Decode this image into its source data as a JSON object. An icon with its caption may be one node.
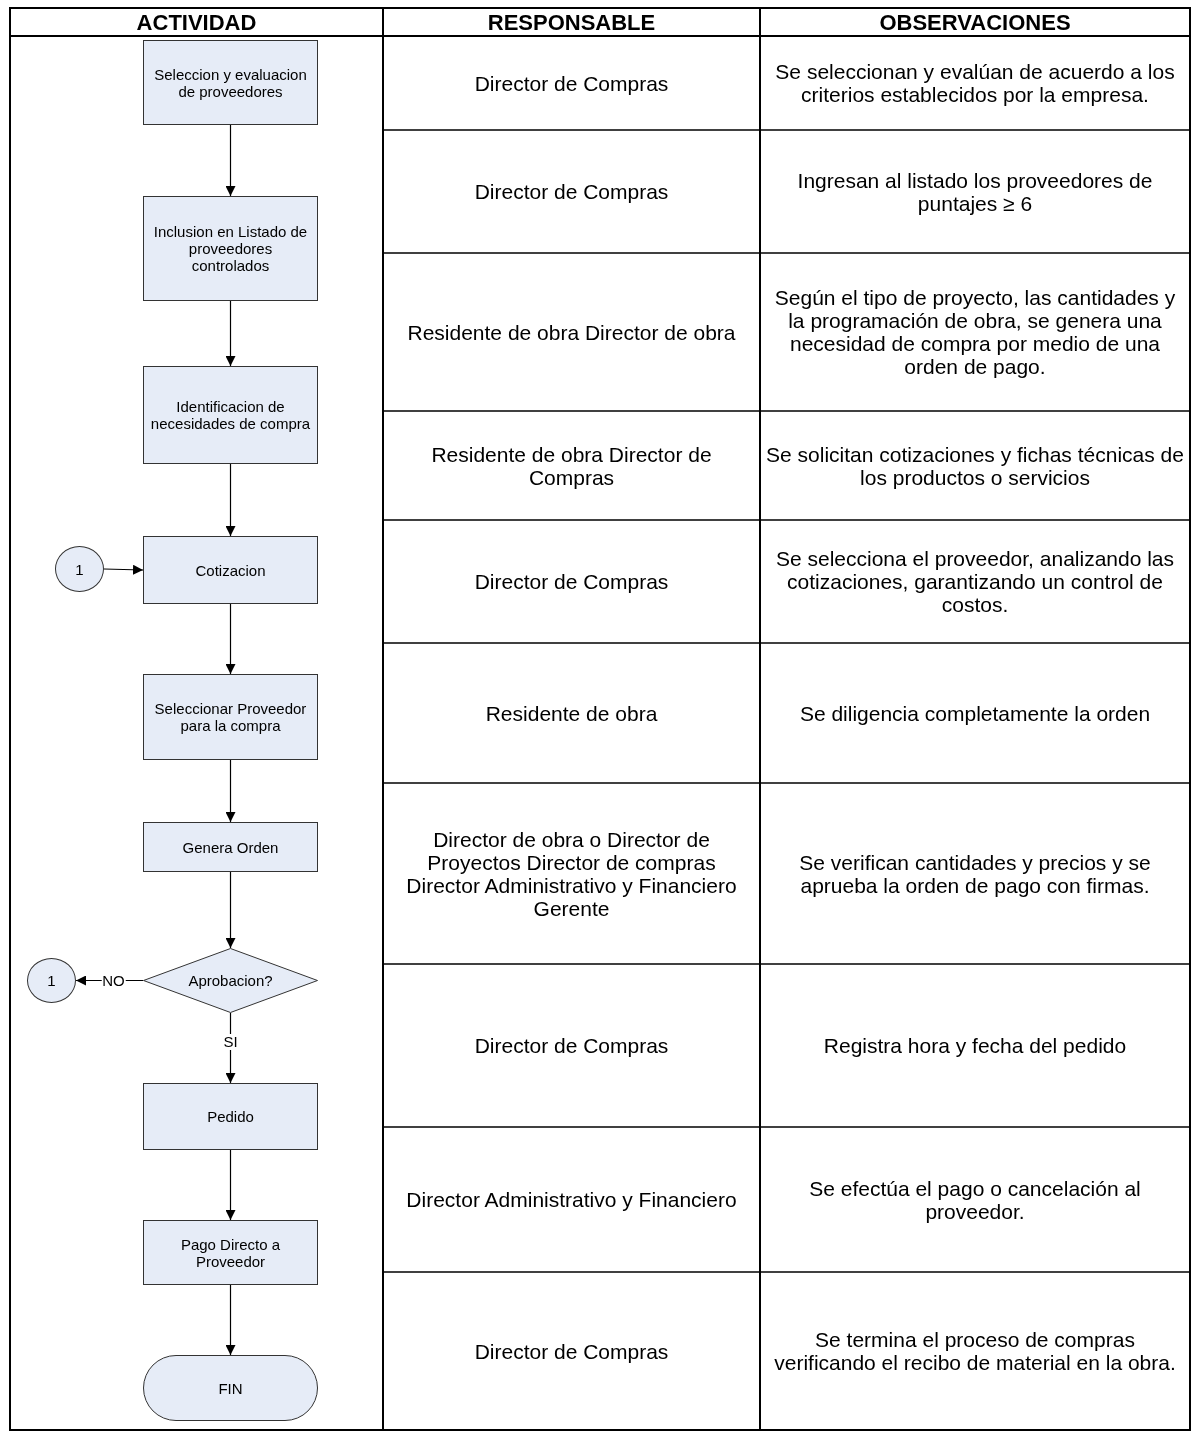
{
  "diagram": {
    "nodes": [
      {
        "text": [
          "Seleccion y evaluacion de proveedores"
        ]
      },
      {
        "text": [
          "Inclusion en Listado de proveedores controlados"
        ]
      },
      {
        "text": [
          "Identificacion de necesidades de compra"
        ]
      },
      {
        "text": [
          "1"
        ]
      },
      {
        "text": [
          "Cotizacion"
        ]
      },
      {
        "text": [
          "Seleccionar Proveedor para la compra"
        ]
      },
      {
        "text": [
          "Genera Orden"
        ]
      },
      {
        "text": [
          "Aprobacion?"
        ]
      },
      {
        "text": [
          "1"
        ]
      },
      {
        "text": [
          "Pedido"
        ]
      },
      {
        "text": [
          "Pago Directo a Proveedor"
        ]
      },
      {
        "text": [
          "FIN"
        ]
      }
    ],
    "edges": [
      {
        "from": 0,
        "to": 1,
        "arrow": "to"
      },
      {
        "from": 1,
        "to": 2,
        "arrow": "to"
      },
      {
        "from": 2,
        "to": 4,
        "arrow": "to"
      },
      {
        "from": 3,
        "to": 4,
        "arrow": "to"
      },
      {
        "from": 4,
        "to": 5,
        "arrow": "to"
      },
      {
        "from": 5,
        "to": 6,
        "arrow": "to"
      },
      {
        "from": 6,
        "to": 7,
        "arrow": "to"
      },
      {
        "from": 7,
        "to": 8,
        "arrow": "to",
        "label": "NO"
      },
      {
        "from": 7,
        "to": 9,
        "arrow": "to",
        "label": "SI"
      },
      {
        "from": 9,
        "to": 10,
        "arrow": "to"
      },
      {
        "from": 10,
        "to": 11,
        "arrow": "to"
      }
    ],
    "labels": [
      "ACTIVIDAD",
      "RESPONSABLE",
      "OBSERVACIONES",
      "Director de Compras",
      "Se seleccionan y evalúan de acuerdo a los criterios establecidos por la empresa.",
      "Director de Compras",
      "Ingresan al listado los proveedores de puntajes ≥ 6",
      "Residente de obra Director de obra",
      "Según el tipo de proyecto, las cantidades y la programación de obra, se genera una necesidad de compra por medio de una orden de pago.",
      "Residente de obra Director de Compras",
      "Se solicitan cotizaciones y fichas técnicas de los productos o servicios",
      "Director de Compras",
      "Se selecciona el proveedor, analizando las cotizaciones, garantizando un control de costos.",
      "Residente de obra",
      "Se diligencia completamente la orden",
      "Director de obra o Director de Proyectos Director de compras Director Administrativo y Financiero Gerente",
      "Se verifican cantidades y precios y se aprueba la orden de pago con firmas.",
      "Director de Compras",
      "Registra hora y fecha del pedido",
      "Director Administrativo y Financiero",
      "Se efectúa el pago o cancelación al proveedor.",
      "Director de Compras",
      "Se termina el proceso de compras verificando el recibo de material en la obra."
    ]
  }
}
